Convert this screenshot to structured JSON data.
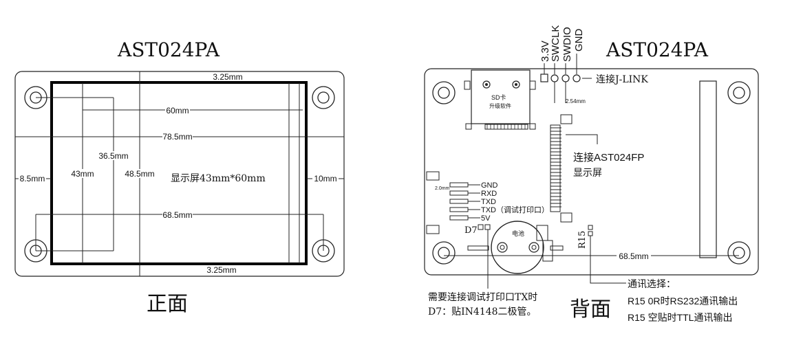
{
  "front": {
    "title": "AST024PA",
    "caption": "正面",
    "display_label": "显示屏43mm*60mm",
    "dims": {
      "top_margin": "3.25mm",
      "bottom_margin": "3.25mm",
      "d60": "60mm",
      "d78_5": "78.5mm",
      "d36_5": "36.5mm",
      "d43": "43mm",
      "d48_5": "48.5mm",
      "d8_5": "8.5mm",
      "d10": "10mm",
      "d68_5": "68.5mm"
    }
  },
  "back": {
    "title": "AST024PA",
    "caption": "背面",
    "jlink_pins": [
      "3.3V",
      "SWCLK",
      "SWDIO",
      "GND"
    ],
    "jlink_label": "连接J-LINK",
    "pitch": "2.54mm",
    "sd_label": "SD卡",
    "sd_sub": "升级软件",
    "fpc_label_1": "连接AST024FP",
    "fpc_label_2": "显示屏",
    "pitch_20": "2.0mm",
    "uart_pins": [
      "GND",
      "RXD",
      "TXD",
      "TXD（调试打印口）",
      "5V"
    ],
    "d7": "D7",
    "battery": "电池",
    "r15": "R15",
    "d68_5": "68.5mm",
    "note_left_1": "需要连接调试打印口TX时",
    "note_left_2": "D7：贴IN4148二极管。",
    "note_right_1": "通讯选择：",
    "note_right_2": "R15  0R时RS232通讯输出",
    "note_right_3": "R15  空贴时TTL通讯输出"
  }
}
